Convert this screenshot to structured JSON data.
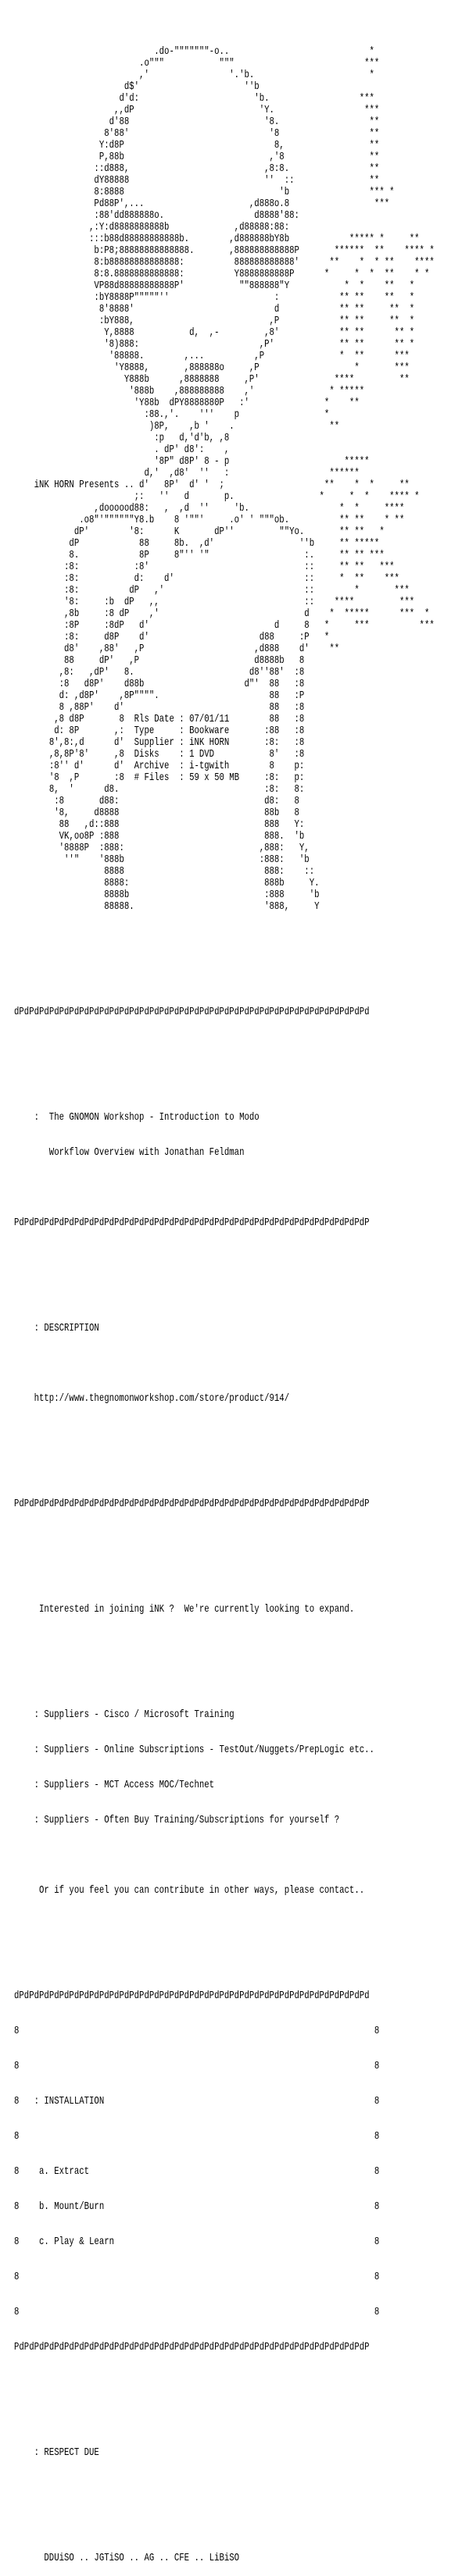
{
  "art": {
    "lines": [
      "                            .do-\"\"\"\"\"\"\"-o..                            *",
      "                         .o\"\"\"           \"\"\"                          ***",
      "                         ,'                '.'b.                       *",
      "                      d$'                     ''b",
      "                     d'd:                       'b.                  ***",
      "                    ,,dP                         'Y.                  ***",
      "                   d'88                           '8.                  **",
      "                  8'88'                            '8                  **",
      "                 Y:d8P                              8,                 **",
      "                 P,88b                             ,'8                 **",
      "                ::d888,                           ,8:8.                **",
      "                dY88888                           ''  ::               **",
      "                8:8888                               'b                *** *",
      "                Pd88P',...                     ,d888o.8                 ***",
      "                :88'dd888888o.                  d8888'88:",
      "               ,:Y:d8888888888b             ,d88888:88:",
      "               :::b88d88888888888b.        ,d888888bY8b            ***** *     **",
      "                b:P8;88888888888888.       ,888888888888P       ******  **    **** *",
      "                8:b88888888888888:          888888888888'      **    *  * **    ****",
      "                8:8.8888888888888:          Y8888888888P      *     *  *  **    * *",
      "                VP88d88888888888P'           \"\"888888\"Y           *  *    **   *",
      "                :bY8888P\"\"\"\"\"''                     :            ** **    **   *",
      "                 8'8888'                            d            ** **     **  *",
      "                 :bY888,                           ,P            ** **     **  *",
      "                  Y,8888           d,  ,-         ,8'            ** **      ** *",
      "                  '8)888:                        ,P'             ** **      ** *",
      "                   '88888.        ,...          ,P               *  **      ***",
      "                    'Y8888,       ,888888o     ,P                   *       ***",
      "                      Y888b      ,8888888     ,P'               ****         **",
      "                       '888b    ,888888888    ,'               * *****",
      "                        'Y88b  dPY8888880P   :'               *    **",
      "                          :88.,'.    '''    p                 *",
      "                           )8P,    ,b '    .                   **",
      "                            :p   d,'d'b, ,8",
      "                            . dP' d8':    ,",
      "                            '8P\" d8P' 8 - p                       *****",
      "                          d,'  ,d8'  ''   :                    ******",
      "    iNK HORN Presents .. d'   8P'  d' '  ;                    **    *  *     **",
      "                        ;:   ''   d       p.                 *     *  *    **** *",
      "                ,doooood88:   ,  ,d  ''     'b.                  *  *     ****",
      "             .o8\"'\"\"\"\"\"\"Y8.b    8 '\"\"'     .o' ' \"\"\"ob.          ** **    * **",
      "            dP'        '8:      K       dP''         \"\"Yo.       ** **   *",
      "           dP            88     8b.  ,d'                 ''b     ** *****",
      "           8.            8P     8\"'' '\"                   :.     ** ** ***",
      "          :8:           :8'                               ::     ** **   ***",
      "          :8:           d:    d'                          ::     *  **    ***",
      "          :8:          dP   ,'                            ::        *       ***",
      "          '8:     :b  dP   ,,                             ::    ****         ***",
      "          ,8b     :8 dP    ,'                             d    *  *****      ***  *",
      "          :8P     :8dP   d'                         d     8   *     ***          ***",
      "          :8:     d8P    d'                      d88     :P   *",
      "          d8'    ,88'   ,P                      ,d888    d'    **",
      "          88     dP'   ,P                       d8888b   8",
      "         ,8:   ,dP'   8.                       d8''88'  :8",
      "         :8   d8P'    d88b                    d\"'  88   :8",
      "         d: ,d8P'    ,8P\"\"\"\".                      88   :P",
      "         8 ,88P'    d'                             88   :8",
      "        ,8 d8P       8                             88   :8",
      "        d: 8P       ,:                            :88   :8",
      "       8',8:,d      d'                            :8:   :8",
      "       ,8,8P'8'     ,8                             8'   :8",
      "       :8'' d'      d'                             8    p:",
      "       '8  ,P       :8                            :8:   p:",
      "       8,  '      d8.                             :8:   8:",
      "        :8       d88:                             d8:   8",
      "        '8,     d8888                             88b   8",
      "         88   ,d::888                             888   Y:",
      "         VK,oo8P :888                             888.  'b",
      "         '8888P  :888:                           ,888:   Y,",
      "          ''\"    '888b                           :888:   'b",
      "                  8888                            888:    ::",
      "                  8888:                           888b     Y.",
      "                  8888b                           :888     'b",
      "                  88888.                          '888,     Y"
    ],
    "presents": "iNK HORN Presents .."
  },
  "release_info": [
    {
      "label": "Rls Date",
      "value": "07/01/11"
    },
    {
      "label": "Type",
      "value": "Bookware"
    },
    {
      "label": "Supplier",
      "value": "iNK HORN"
    },
    {
      "label": "Disks",
      "value": "1 DVD"
    },
    {
      "label": "Archive",
      "value": "i-tgwith"
    },
    {
      "label": "# Files",
      "value": "59 x 50 MB"
    }
  ],
  "dividers": {
    "dp": "dPdPdPdPdPdPdPdPdPdPdPdPdPdPdPdPdPdPdPdPdPdPdPdPdPdPdPdPdPdPdPdPdPdPdPd",
    "pd": "PdPdPdPdPdPdPdPdPdPdPdPdPdPdPdPdPdPdPdPdPdPdPdPdPdPdPdPdPdPdPdPdPdPdPdP",
    "box_side": "8",
    "colon": ":"
  },
  "title": {
    "line1": "The GNOMON Workshop - Introduction to Modo",
    "line2": "Workflow Overview with Jonathan Feldman"
  },
  "description": {
    "heading": "DESCRIPTION",
    "url": "http://www.thegnomonworkshop.com/store/product/914/"
  },
  "recruit": {
    "intro": "Interested in joining iNK ?  We're currently looking to expand.",
    "suppliers": [
      ": Suppliers - Cisco / Microsoft Training",
      ": Suppliers - Online Subscriptions - TestOut/Nuggets/PrepLogic etc..",
      ": Suppliers - MCT Access MOC/Technet",
      ": Suppliers - Often Buy Training/Subscriptions for yourself ?"
    ],
    "outro": "Or if you feel you can contribute in other ways, please contact.."
  },
  "installation": {
    "heading": "INSTALLATION",
    "steps": [
      "a. Extract",
      "b. Mount/Burn",
      "c. Play & Learn"
    ]
  },
  "respect": {
    "heading": "RESPECT DUE",
    "groups": "DDUiSO .. JGTiSO .. AG .. CFE .. LiBiSO"
  }
}
